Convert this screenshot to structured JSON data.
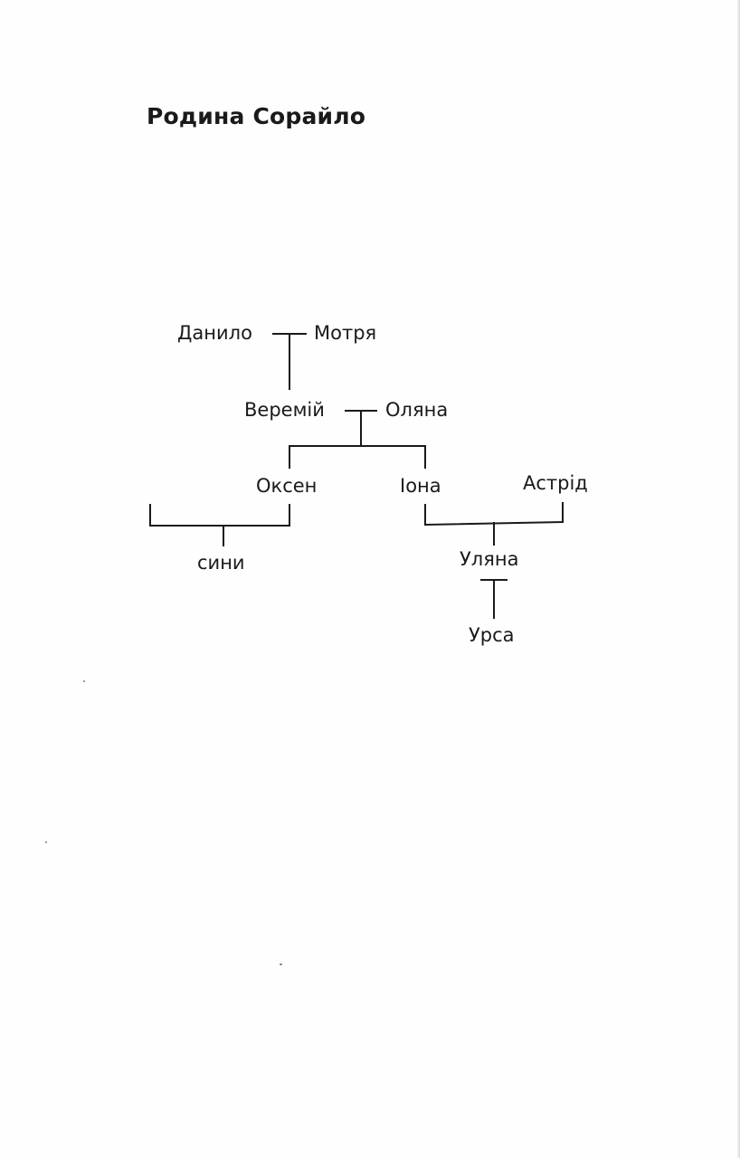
{
  "title": "Родина Сорайло",
  "people": {
    "danylo": "Данило",
    "motria": "Мотря",
    "veremii": "Веремій",
    "oliana": "Оляна",
    "oksen": "Оксен",
    "iona": "Іона",
    "astrid": "Астрід",
    "syny": "сини",
    "uliana": "Уляна",
    "ursa": "Урса"
  },
  "relations": [
    {
      "type": "marriage",
      "partners": [
        "Данило",
        "Мотря"
      ],
      "children": [
        "Веремій"
      ]
    },
    {
      "type": "marriage",
      "partners": [
        "Веремій",
        "Оляна"
      ],
      "children": [
        "Оксен",
        "Іона"
      ]
    },
    {
      "type": "parent-child",
      "parents": [
        "Оксен"
      ],
      "children": [
        "сини"
      ]
    },
    {
      "type": "parent-child",
      "parents": [
        "Іона",
        "Астрід"
      ],
      "children": [
        "Уляна"
      ]
    },
    {
      "type": "parent-child",
      "parents": [
        "Уляна"
      ],
      "children": [
        "Урса"
      ]
    }
  ]
}
